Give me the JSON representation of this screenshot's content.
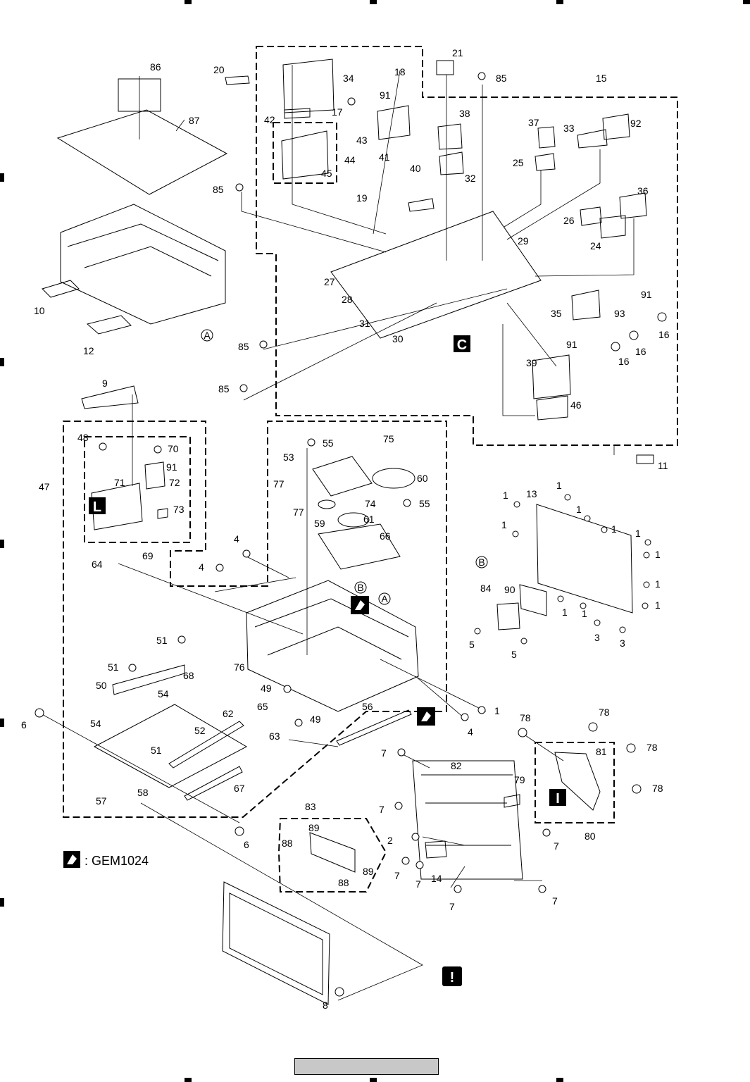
{
  "labels": {
    "p1": "1",
    "p2": "2",
    "p3": "3",
    "p4": "4",
    "p5": "5",
    "p6": "6",
    "p7": "7",
    "p8": "8",
    "p9": "9",
    "p10": "10",
    "p11": "11",
    "p12": "12",
    "p13": "13",
    "p14": "14",
    "p15": "15",
    "p16": "16",
    "p17": "17",
    "p18": "18",
    "p19": "19",
    "p20": "20",
    "p21": "21",
    "p24": "24",
    "p25": "25",
    "p26": "26",
    "p27": "27",
    "p28": "28",
    "p29": "29",
    "p30": "30",
    "p31": "31",
    "p32": "32",
    "p33": "33",
    "p34": "34",
    "p35": "35",
    "p36": "36",
    "p37": "37",
    "p38": "38",
    "p39": "39",
    "p40": "40",
    "p41": "41",
    "p42": "42",
    "p43": "43",
    "p44": "44",
    "p45": "45",
    "p46": "46",
    "p47": "47",
    "p48": "48",
    "p49": "49",
    "p50": "50",
    "p51": "51",
    "p52": "52",
    "p53": "53",
    "p54": "54",
    "p55": "55",
    "p56": "56",
    "p57": "57",
    "p58": "58",
    "p59": "59",
    "p60": "60",
    "p61": "61",
    "p62": "62",
    "p63": "63",
    "p64": "64",
    "p65": "65",
    "p66": "66",
    "p67": "67",
    "p68": "68",
    "p69": "69",
    "p70": "70",
    "p71": "71",
    "p72": "72",
    "p73": "73",
    "p74": "74",
    "p75": "75",
    "p76": "76",
    "p77": "77",
    "p78": "78",
    "p79": "79",
    "p80": "80",
    "p81": "81",
    "p82": "82",
    "p83": "83",
    "p84": "84",
    "p85": "85",
    "p86": "86",
    "p87": "87",
    "p88": "88",
    "p89": "89",
    "p90": "90",
    "p91": "91",
    "p92": "92",
    "p93": "93"
  },
  "callouts": {
    "A": "A",
    "B": "B"
  },
  "section_marks": {
    "C": "C",
    "L": "L",
    "I": "I"
  },
  "legend": {
    "code": ": GEM1024"
  },
  "caution_mark": "!"
}
